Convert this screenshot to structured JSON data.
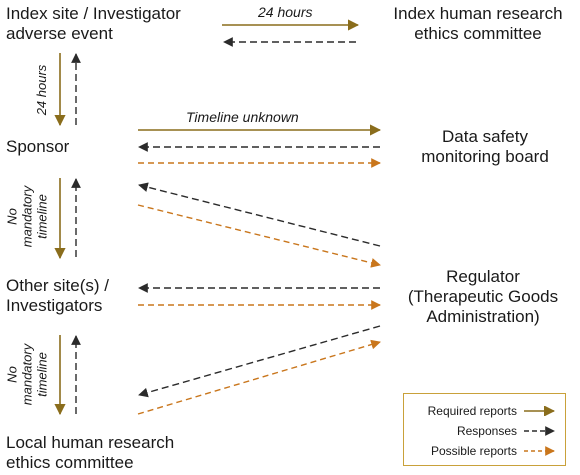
{
  "nodes": {
    "index_site": [
      "Index site / Investigator",
      "adverse event"
    ],
    "index_hrec": [
      "Index human research",
      "ethics committee"
    ],
    "sponsor": [
      "Sponsor"
    ],
    "dsmb": [
      "Data safety",
      "monitoring board"
    ],
    "other_sites": [
      "Other site(s) /",
      "Investigators"
    ],
    "regulator": [
      "Regulator",
      "(Therapeutic Goods",
      "Administration)"
    ],
    "local_hrec": [
      "Local human research",
      "ethics committee"
    ]
  },
  "timelines": {
    "top": "24 hours",
    "left_upper": "24 hours",
    "middle": "Timeline unknown",
    "left_mid": [
      "No",
      "mandatory",
      "timeline"
    ],
    "left_low": [
      "No",
      "mandatory",
      "timeline"
    ]
  },
  "legend": {
    "required": "Required reports",
    "responses": "Responses",
    "possible": "Possible reports"
  },
  "colors": {
    "required": "#8a6d1c",
    "responses": "#2b2b2b",
    "possible": "#c9761c",
    "legend_border": "#c9a13a"
  }
}
